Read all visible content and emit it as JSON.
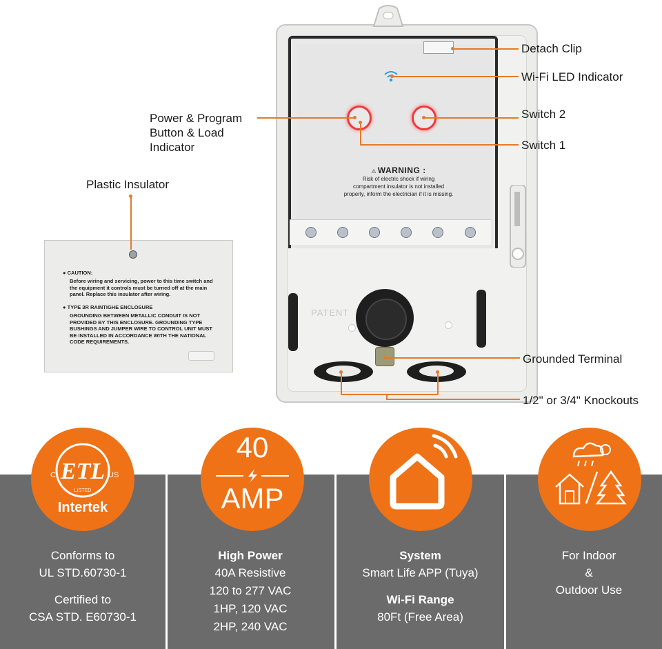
{
  "callouts": {
    "detach_clip": "Detach Clip",
    "wifi_led": "Wi-Fi LED Indicator",
    "power_program": "Power & Program Button & Load Indicator",
    "switch2": "Switch 2",
    "switch1": "Switch 1",
    "plastic_insulator": "Plastic Insulator",
    "grounded_terminal": "Grounded Terminal",
    "knockouts": "1/2\" or 3/4\" Knockouts"
  },
  "warning": {
    "title": "WARNING :",
    "line1": "Risk of electric shock if wiring",
    "line2": "compartment insulator is not installed",
    "line3": "properly, inform the electrician if it is missing."
  },
  "enclosure_embossed": "PATENT",
  "insulator": {
    "caution_title": "CAUTION:",
    "caution_body": "Before wiring and servicing, power to this time switch and the equipment it controls must be turned off at the main panel. Replace this insulator after wiring.",
    "type_title": "TYPE 3R RAINTIGHE ENCLOSURE",
    "type_body": "GROUNDING BETWEEN METALLIC CONDUIT IS NOT PROVIDED BY THIS ENCLOSURE. GROUNDING TYPE BUSHINGS AND JUMPER WIRE TO CONTROL UNIT MUST BE INSTALLED IN ACCORDANCE WITH THE NATIONAL CODE REQUIREMENTS."
  },
  "badges": {
    "etl": {
      "c": "C",
      "us": "US",
      "mark": "ETL",
      "listed": "LISTED",
      "brand": "Intertek"
    },
    "amp": {
      "number": "40",
      "unit": "AMP"
    }
  },
  "features": [
    {
      "lines": [
        "Conforms to",
        "UL STD.60730-1",
        "",
        "Certified to",
        "CSA STD. E60730-1"
      ]
    },
    {
      "title": "High Power",
      "lines": [
        "40A Resistive",
        "120 to 277 VAC",
        "1HP, 120 VAC",
        "2HP, 240 VAC"
      ]
    },
    {
      "title": "System",
      "line": "Smart Life APP (Tuya)",
      "title2": "Wi-Fi Range",
      "line2": "80Ft (Free Area)"
    },
    {
      "lines": [
        "For Indoor",
        "&",
        "Outdoor Use"
      ]
    }
  ],
  "colors": {
    "accent": "#ef7216",
    "band": "#6b6b6b",
    "callout_line": "#e57a2a",
    "led_red": "#ee3b3b",
    "wifi_blue": "#1fa0e6"
  },
  "icons": [
    "etl-listed-icon",
    "lightning-icon",
    "smart-home-wifi-icon",
    "weather-house-tree-icon"
  ]
}
